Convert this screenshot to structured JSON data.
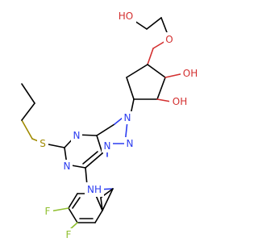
{
  "molecule": {
    "labels": {
      "ho_top": "HO",
      "o_ether": "O",
      "oh_upper": "OH",
      "oh_lower": "OH",
      "s_thio": "S",
      "n_pyr_left": "N",
      "n_pyr_right": "N",
      "n_tri_1": "N",
      "n_tri_2": "N",
      "n_tri_3": "N",
      "nh": "NH",
      "f_1": "F",
      "f_2": "F"
    },
    "colors": {
      "carbon": "#000000",
      "oxygen": "#d32f2f",
      "nitrogen": "#2c3df0",
      "sulfur": "#a08a00",
      "fluorine": "#8fbf2f"
    }
  }
}
